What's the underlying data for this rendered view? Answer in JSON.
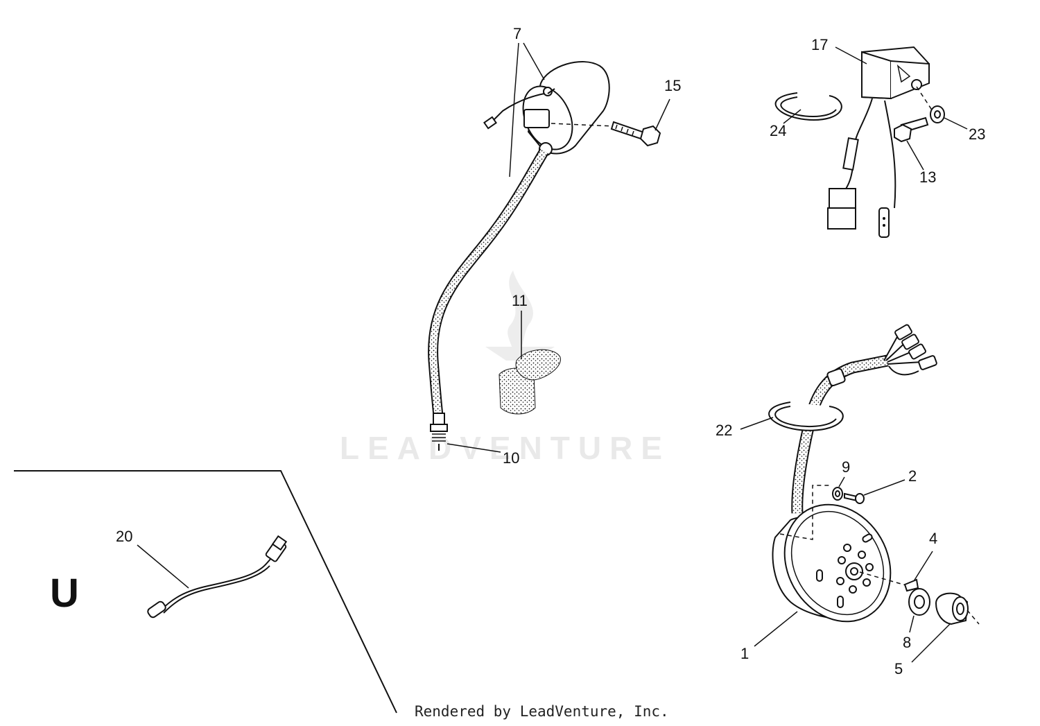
{
  "watermark": {
    "text": "LEADVENTURE"
  },
  "footer": {
    "text": "Rendered by LeadVenture, Inc."
  },
  "section": {
    "letter": "U"
  },
  "callouts": {
    "c1": "1",
    "c2": "2",
    "c4": "4",
    "c5": "5",
    "c7": "7",
    "c8": "8",
    "c9": "9",
    "c10": "10",
    "c11": "11",
    "c13": "13",
    "c15": "15",
    "c17": "17",
    "c20": "20",
    "c22": "22",
    "c23": "23",
    "c24": "24"
  }
}
